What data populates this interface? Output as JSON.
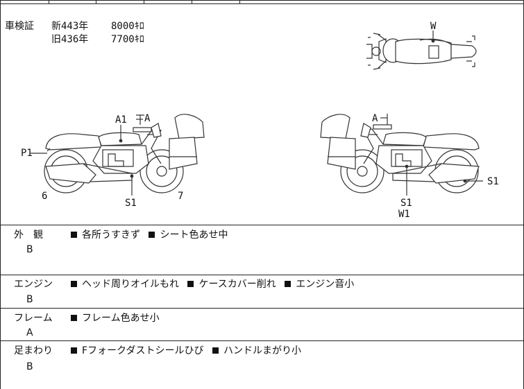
{
  "inspection": {
    "label": "車検証",
    "rows": [
      {
        "kind": "新",
        "value": "443",
        "unit": "年",
        "price": "8000",
        "price_unit": "ｷﾛ"
      },
      {
        "kind": "旧",
        "value": "436",
        "unit": "年",
        "price": "7700",
        "price_unit": "ｷﾛ"
      }
    ]
  },
  "diagram_labels": {
    "top_w": "W",
    "left_a1": "A1",
    "left_a": "A",
    "left_p1": "P1",
    "left_6": "6",
    "left_7": "7",
    "left_s1": "S1",
    "right_a": "A",
    "right_s1_side": "S1",
    "right_s1": "S1",
    "right_w1": "W1"
  },
  "sections": [
    {
      "name": "外　観",
      "grade": "B",
      "notes": [
        "各所うすきず",
        "シート色あせ中"
      ]
    },
    {
      "name": "エンジン",
      "grade": "B",
      "notes": [
        "ヘッド周りオイルもれ",
        "ケースカバー削れ",
        "エンジン音小"
      ]
    },
    {
      "name": "フレーム",
      "grade": "A",
      "notes": [
        "フレーム色あせ小"
      ]
    },
    {
      "name": "足まわり",
      "grade": "B",
      "notes": [
        "Fフォークダストシールひび",
        "ハンドルまがり小"
      ]
    }
  ]
}
